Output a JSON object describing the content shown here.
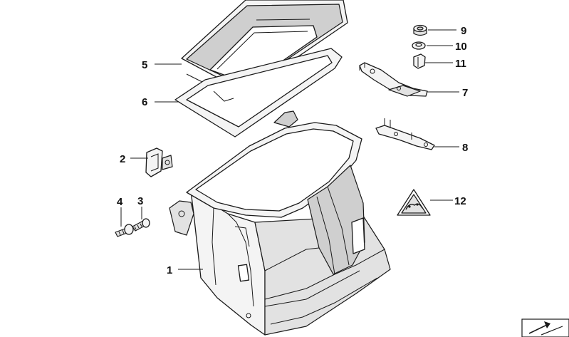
{
  "diagram": {
    "type": "exploded-parts-diagram",
    "callouts": [
      {
        "id": "1",
        "label": "1"
      },
      {
        "id": "2",
        "label": "2"
      },
      {
        "id": "3",
        "label": "3"
      },
      {
        "id": "4",
        "label": "4"
      },
      {
        "id": "5",
        "label": "5"
      },
      {
        "id": "6",
        "label": "6"
      },
      {
        "id": "7",
        "label": "7"
      },
      {
        "id": "8",
        "label": "8"
      },
      {
        "id": "9",
        "label": "9"
      },
      {
        "id": "10",
        "label": "10"
      },
      {
        "id": "11",
        "label": "11"
      },
      {
        "id": "12",
        "label": "12"
      }
    ],
    "corner_icon": "diagonal-arrow-icon"
  }
}
